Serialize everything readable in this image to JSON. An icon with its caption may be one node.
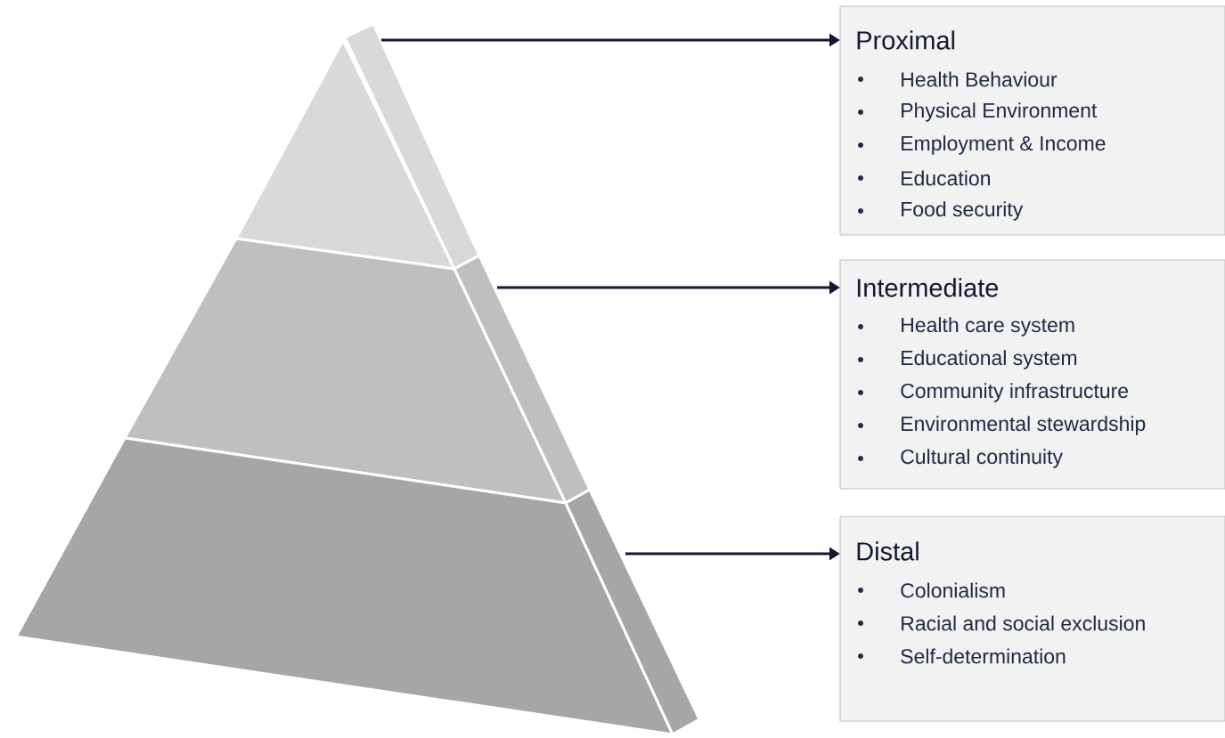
{
  "diagram": {
    "nodes": [
      {
        "text": [],
        "shape": "triangle"
      },
      {
        "text": [
          "Proximal",
          "Health Behaviour",
          "Physical Environment",
          "Employment & Income",
          "Education",
          "Food security"
        ]
      },
      {
        "text": [],
        "shape": "trapezoid"
      },
      {
        "text": [
          "Intermediate",
          "Health care system",
          "Educational system",
          "Community infrastructure",
          "Environmental stewardship",
          "Cultural continuity"
        ]
      },
      {
        "text": [],
        "shape": "trapezoid"
      },
      {
        "text": [
          "Distal",
          "Colonialism",
          "Racial and social exclusion",
          "Self-determination"
        ]
      }
    ],
    "edges": [
      {
        "from": 0,
        "to": 1,
        "arrow": "to"
      },
      {
        "from": 2,
        "to": 3,
        "arrow": "to"
      },
      {
        "from": 4,
        "to": 5,
        "arrow": "to"
      }
    ]
  }
}
